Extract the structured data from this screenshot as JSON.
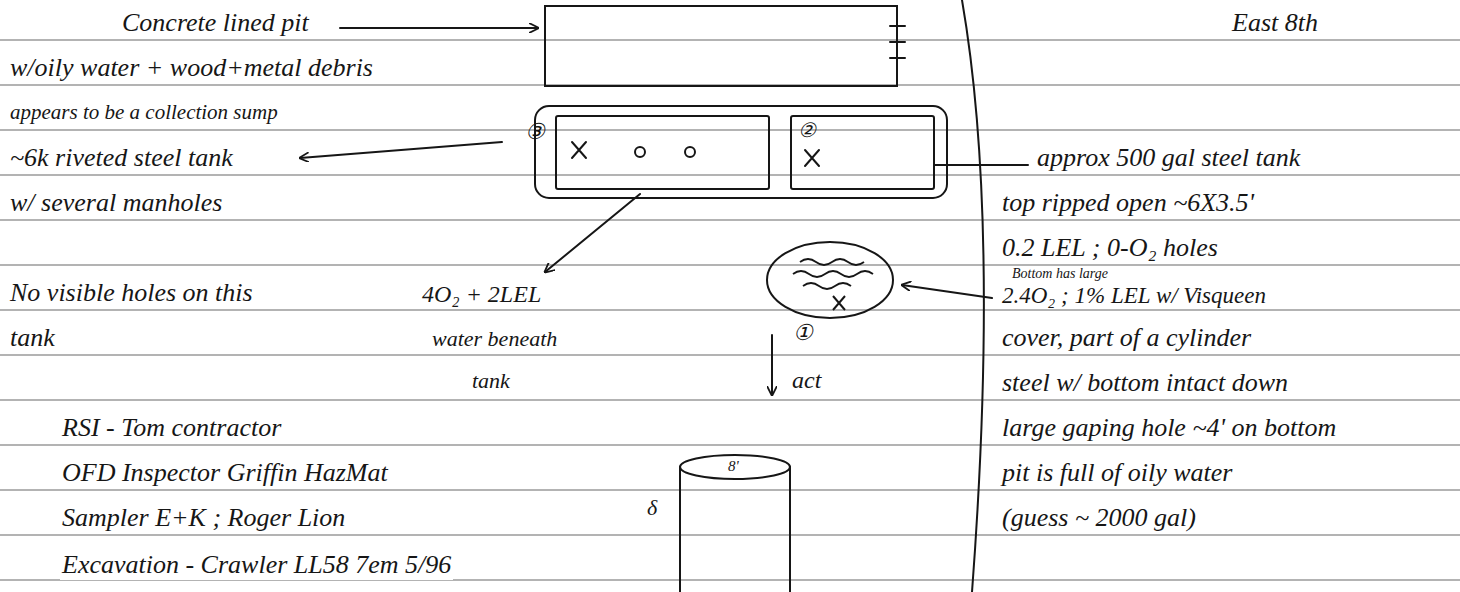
{
  "diagram": {
    "nodes": [
      {
        "text": [
          "③"
        ]
      },
      {
        "text": [
          "②"
        ]
      },
      {
        "text": [
          "①"
        ]
      }
    ],
    "labels": [
      "Concrete lined pit",
      "East 8th",
      "w/oily water + wood+metal debris",
      "appears to be a collection sump",
      "~6k riveted steel tank",
      "approx 500 gal steel tank",
      "w/ several manholes",
      "top ripped open ~6X3.5'",
      "0.2 LEL ; 0-O₂ holes",
      "Bottom has large",
      "No visible holes on this",
      "4O₂ + 2LEL",
      "2.4O₂ ; 1% LEL w/ Visqueen",
      "tank",
      "water beneath",
      "tank",
      "act",
      "cover, part of a cylinder",
      "steel w/ bottom intact down",
      "RSI - Tom contractor",
      "large gaping hole ~4' on bottom",
      "OFD Inspector Griffin HazMat",
      "pit is full of oily water",
      "Sampler E+K ; Roger Lion",
      "(guess ~ 2000 gal)",
      "Excavation - Crawler LL58 7em 5/96",
      "8'",
      "δ"
    ]
  }
}
